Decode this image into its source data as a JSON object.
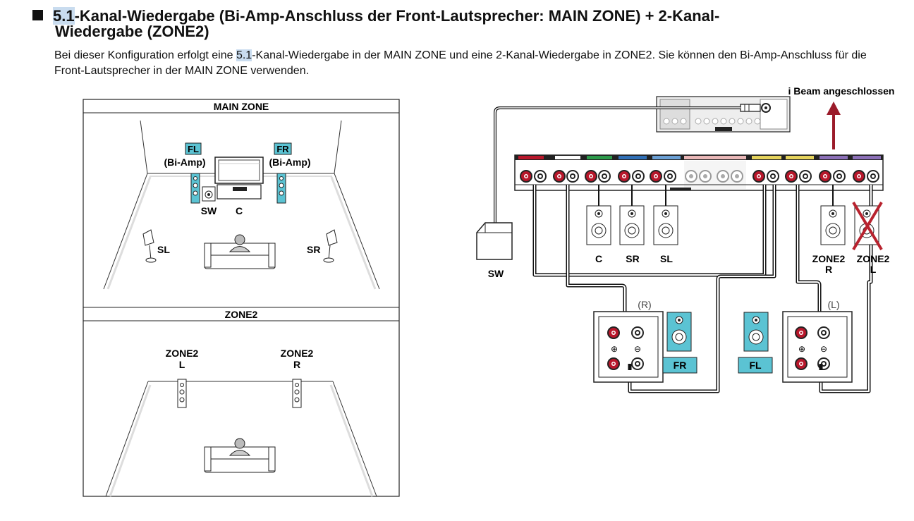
{
  "heading": {
    "highlight": "5.1",
    "line1_rest": "-Kanal-Wiedergabe (Bi-Amp-Anschluss der Front-Lautsprecher: MAIN ZONE) + 2-Kanal-",
    "line2": "Wiedergabe (ZONE2)"
  },
  "intro": {
    "part1": "Bei dieser Konfiguration erfolgt eine ",
    "highlight": "5.1",
    "part2": "-Kanal-Wiedergabe in der MAIN ZONE und eine 2-Kanal-Wiedergabe in ZONE2. Sie können den Bi-Amp-Anschluss für die Front-Lautsprecher in der MAIN ZONE verwenden."
  },
  "room_left": {
    "main_zone_title": "MAIN ZONE",
    "zone2_title": "ZONE2",
    "fl": "FL",
    "fr": "FR",
    "bi_amp": "(Bi-Amp)",
    "sw": "SW",
    "c": "C",
    "sl": "SL",
    "sr": "SR",
    "zone2_l": [
      "ZONE2",
      "L"
    ],
    "zone2_r": [
      "ZONE2",
      "R"
    ]
  },
  "wiring": {
    "annotation": "i Beam angeschlossen",
    "sw": "SW",
    "c": "C",
    "sr": "SR",
    "sl": "SL",
    "zone2_r": [
      "ZONE2",
      "R"
    ],
    "zone2_l": [
      "ZONE2",
      "L"
    ],
    "r": "(R)",
    "l": "(L)",
    "fr": "FR",
    "fl": "FL",
    "plus": "⊕",
    "minus": "⊖"
  },
  "colors": {
    "highlight": "#c9dcef",
    "speaker_cyan": "#5bc3d3",
    "arrow": "#9b1b2a",
    "cross": "#b8222e",
    "terminal_red": "#b8172b"
  }
}
